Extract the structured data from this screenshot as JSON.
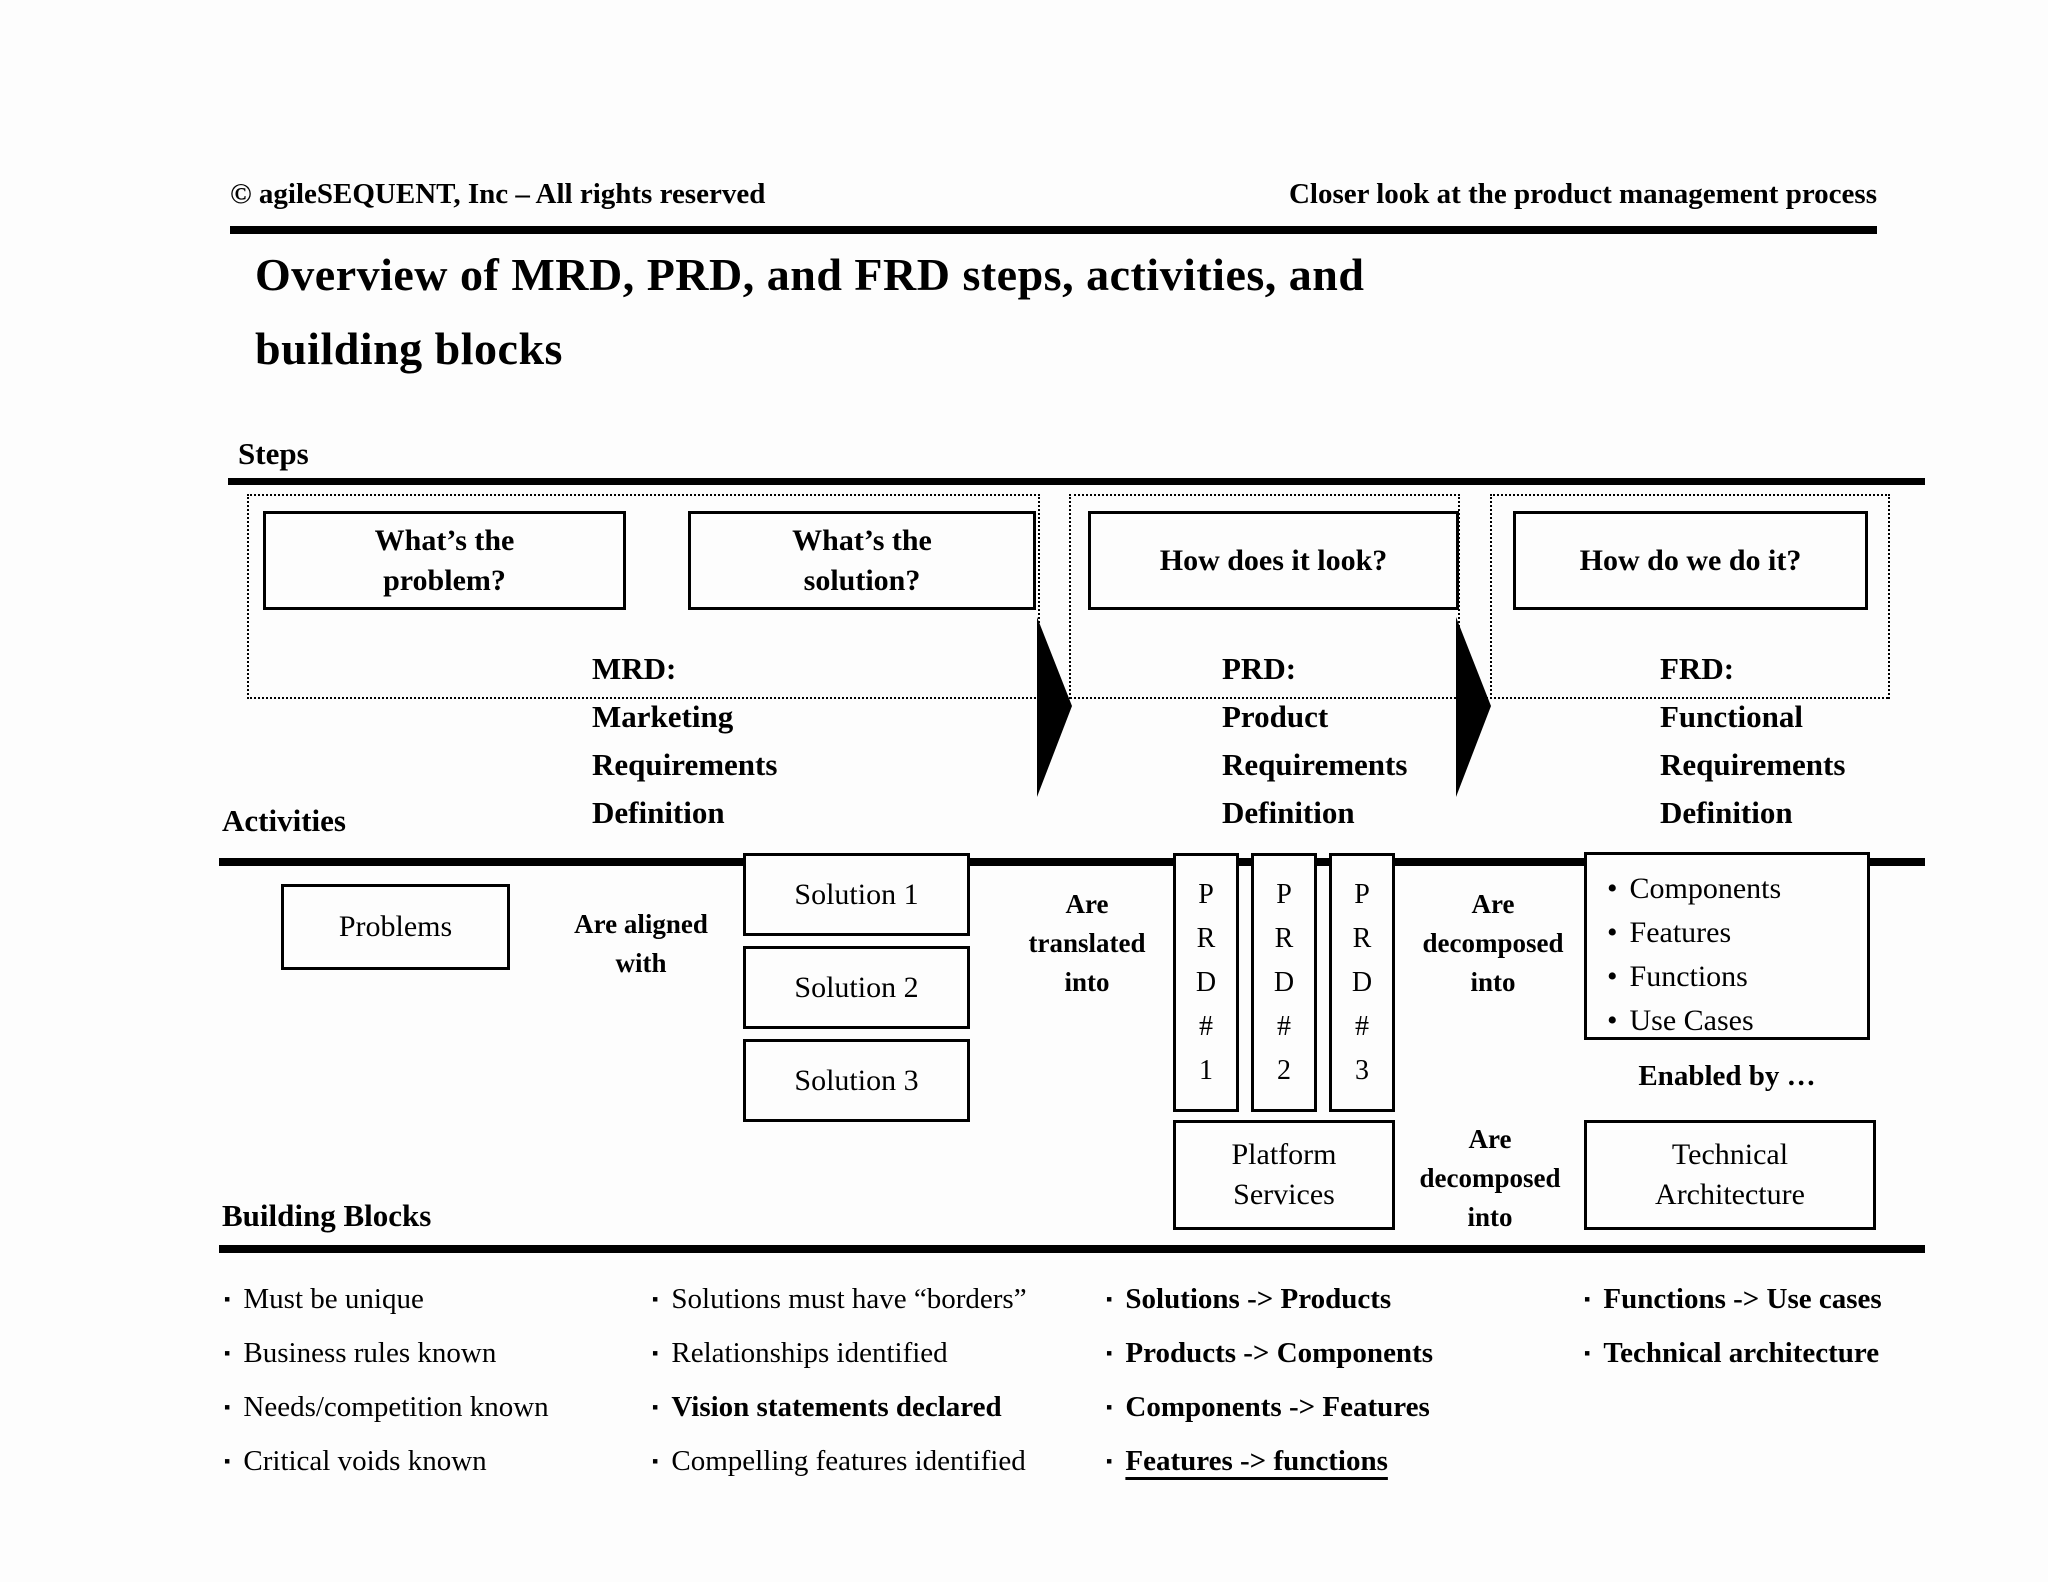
{
  "colors": {
    "ink": "#000000",
    "paper": "#fdfdfd"
  },
  "icons": {
    "bullet_round": "•",
    "bullet_square": "▪",
    "flow_arrow": "right-flow-arrow"
  },
  "header": {
    "copyright": "© agileSEQUENT, Inc – All rights reserved",
    "context": "Closer look at the product management process"
  },
  "title": {
    "line1": "Overview of MRD, PRD, and FRD steps, activities, and",
    "line2": "building blocks"
  },
  "section_labels": {
    "steps": "Steps",
    "activities": "Activities",
    "building_blocks": "Building Blocks"
  },
  "steps": {
    "mrd": {
      "question_problem": "What’s the\nproblem?",
      "question_solution": "What’s the\nsolution?",
      "definition": "MRD:\nMarketing\nRequirements\nDefinition"
    },
    "prd": {
      "question": "How does it look?",
      "definition": "PRD:\nProduct\nRequirements\nDefinition"
    },
    "frd": {
      "question": "How do we do it?",
      "definition": "FRD:\nFunctional\nRequirements\nDefinition"
    }
  },
  "activities": {
    "problems": "Problems",
    "aligned_with": "Are aligned\nwith",
    "solutions": [
      "Solution 1",
      "Solution 2",
      "Solution 3"
    ],
    "translated_into": "Are\ntranslated\ninto",
    "prd_docs": [
      "P\nR\nD\n#\n1",
      "P\nR\nD\n#\n2",
      "P\nR\nD\n#\n3"
    ],
    "decomposed_into_1": "Are\ndecomposed\ninto",
    "frd_contents": [
      "Components",
      "Features",
      "Functions",
      "Use Cases"
    ],
    "enabled_by": "Enabled by …",
    "platform_services": "Platform\nServices",
    "decomposed_into_2": "Are\ndecomposed\ninto",
    "technical_architecture": "Technical\nArchitecture"
  },
  "building_blocks": {
    "col1": [
      "Must be unique",
      "Business rules known",
      "Needs/competition known",
      "Critical voids known"
    ],
    "col2": [
      "Solutions must have “borders”",
      "Relationships identified",
      "Vision statements declared",
      "Compelling features identified"
    ],
    "col3": [
      "Solutions -> Products",
      "Products -> Components",
      "Components -> Features",
      "Features -> functions"
    ],
    "col4": [
      "Functions -> Use cases",
      "Technical architecture"
    ]
  }
}
